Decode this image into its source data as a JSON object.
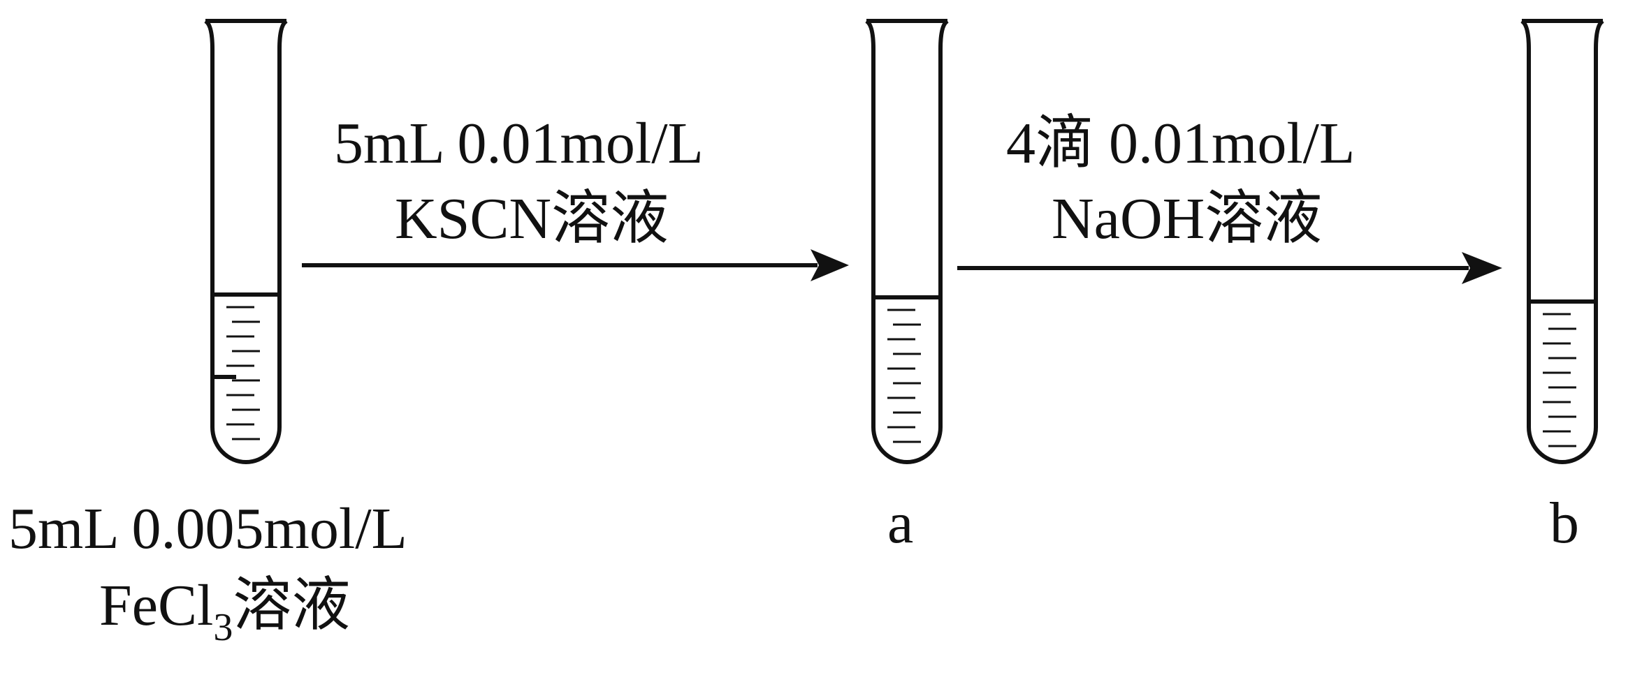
{
  "colors": {
    "ink": "#111111",
    "background": "#ffffff"
  },
  "initial": {
    "line1": "5mL 0.005mol/L",
    "formula_main": "FeCl",
    "formula_sub": "3",
    "formula_suffix": "溶液"
  },
  "step1": {
    "line1": "5mL 0.01mol/L",
    "line2": "KSCN溶液"
  },
  "step2": {
    "line1": "4滴 0.01mol/L",
    "line2": "NaOH溶液"
  },
  "tubes": {
    "a_label": "a",
    "b_label": "b"
  }
}
